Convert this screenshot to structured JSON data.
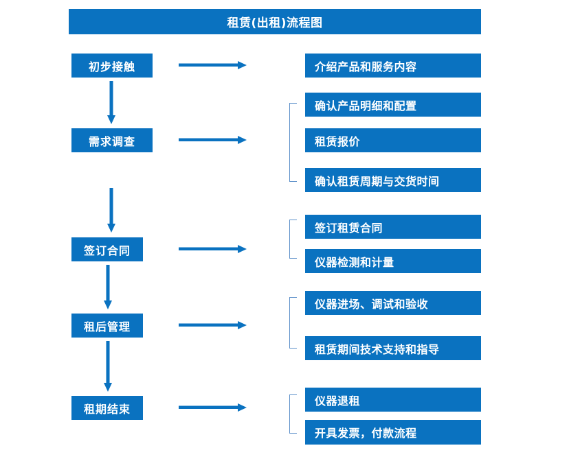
{
  "title": "租赁(出租)流程图",
  "colors": {
    "box_blue": "#0a72c0",
    "arrow_blue": "#0a72c0",
    "bracket_blue": "#5b8fc9",
    "text_white": "#ffffff",
    "background": "#ffffff"
  },
  "stages": [
    {
      "label": "初步接触"
    },
    {
      "label": "需求调查"
    },
    {
      "label": "签订合同"
    },
    {
      "label": "租后管理"
    },
    {
      "label": "租期结束"
    }
  ],
  "details": [
    {
      "label": "介绍产品和服务内容"
    },
    {
      "label": "确认产品明细和配置"
    },
    {
      "label": "租赁报价"
    },
    {
      "label": "确认租赁周期与交货时间"
    },
    {
      "label": "签订租赁合同"
    },
    {
      "label": "仪器检测和计量"
    },
    {
      "label": "仪器进场、调试和验收"
    },
    {
      "label": "租赁期间技术支持和指导"
    },
    {
      "label": "仪器退租"
    },
    {
      "label": "开具发票，付款流程"
    }
  ]
}
